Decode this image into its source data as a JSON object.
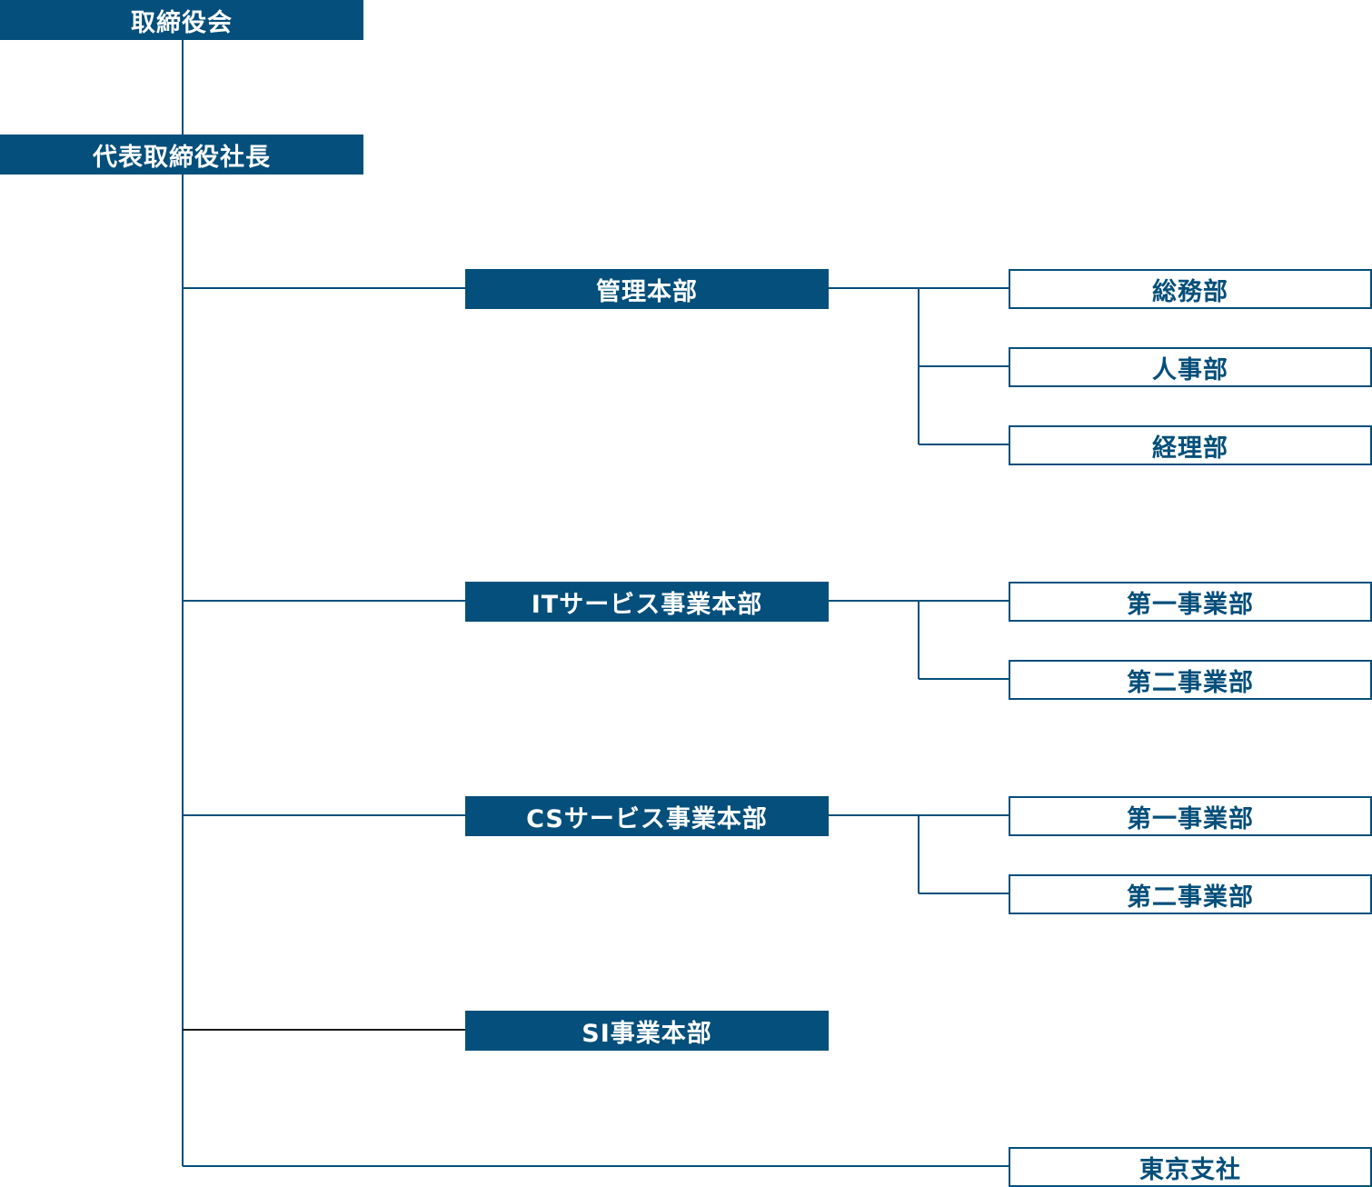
{
  "colors": {
    "primary": "#044f7b",
    "connector": "#044f7b",
    "background": "#ffffff"
  },
  "org": {
    "board": "取締役会",
    "president": "代表取締役社長",
    "divisions": [
      {
        "label": "管理本部",
        "departments": [
          "総務部",
          "人事部",
          "経理部"
        ]
      },
      {
        "label": "ITサービス事業本部",
        "departments": [
          "第一事業部",
          "第二事業部"
        ]
      },
      {
        "label": "CSサービス事業本部",
        "departments": [
          "第一事業部",
          "第二事業部"
        ]
      },
      {
        "label": "SI事業本部",
        "departments": []
      }
    ],
    "branch": "東京支社"
  }
}
